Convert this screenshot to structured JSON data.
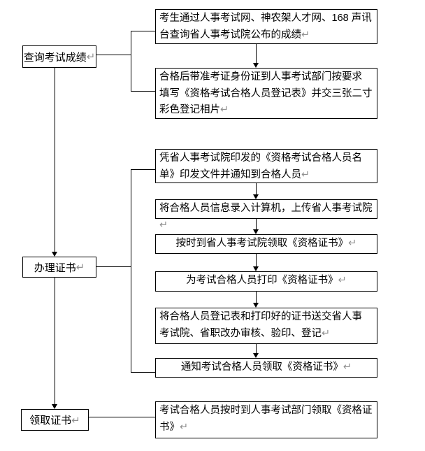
{
  "palette": {
    "background": "#ffffff",
    "line_color": "#000000",
    "text_color": "#000000",
    "paragraph_mark_color": "#909090"
  },
  "marks": {
    "paragraph_return": "↵"
  },
  "flowchart": {
    "stages": [
      {
        "label": "查询考试成绩"
      },
      {
        "label": "办理证书"
      },
      {
        "label": "领取证书"
      }
    ],
    "steps": [
      {
        "lines": [
          "考生通过人事考试网、神农架人才网、168 声讯",
          "台查询省人事考试院公布的成绩"
        ]
      },
      {
        "lines": [
          "合格后带准考证身份证到人事考试部门按要求",
          "填写《资格考试合格人员登记表》并交三张二寸",
          "彩色登记相片"
        ]
      },
      {
        "lines": [
          "凭省人事考试院印发的《资格考试合格人员名",
          "单》印发文件并通知到合格人员"
        ]
      },
      {
        "lines": [
          "将合格人员信息录入计算机，上传省人事考试院"
        ]
      },
      {
        "lines": [
          "按时到省人事考试院领取《资格证书》"
        ]
      },
      {
        "lines": [
          "为考试合格人员打印《资格证书》"
        ]
      },
      {
        "lines": [
          "将合格人员登记表和打印好的证书送交省人事",
          "考试院、省职改办审核、验印、登记"
        ]
      },
      {
        "lines": [
          "通知考试合格人员领取《资格证书》"
        ]
      },
      {
        "lines": [
          "考试合格人员按时到人事考试部门领取《资格证",
          "书》"
        ]
      }
    ]
  }
}
